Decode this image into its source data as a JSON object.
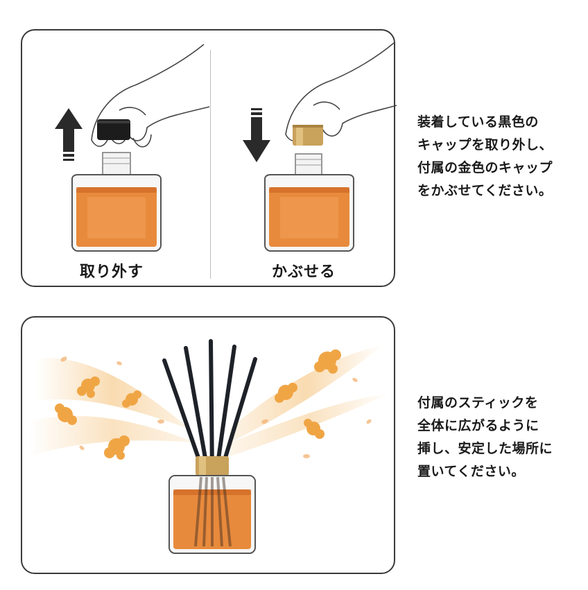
{
  "step1": {
    "remove_label": "取り外す",
    "cover_label": "かぶせる"
  },
  "instructions_top": {
    "line1": "装着している黒色の",
    "line2": "キャップを取り外し、",
    "line3": "付属の金色のキャップ",
    "line4": "をかぶせてください。"
  },
  "instructions_bottom": {
    "line1": "付属のスティックを",
    "line2": "全体に広がるように",
    "line3": "挿し、安定した場所に",
    "line4": "置いてください。"
  },
  "colors": {
    "liquid": "#e88a3c",
    "liquid_dark": "#c9621f",
    "black_cap": "#1c1c1c",
    "gold_cap": "#c9a25c",
    "flower": "#f0a545",
    "wave": "#f8d7a8"
  },
  "icons": {
    "up_arrow": "arrow-up-icon",
    "down_arrow": "arrow-down-icon"
  }
}
